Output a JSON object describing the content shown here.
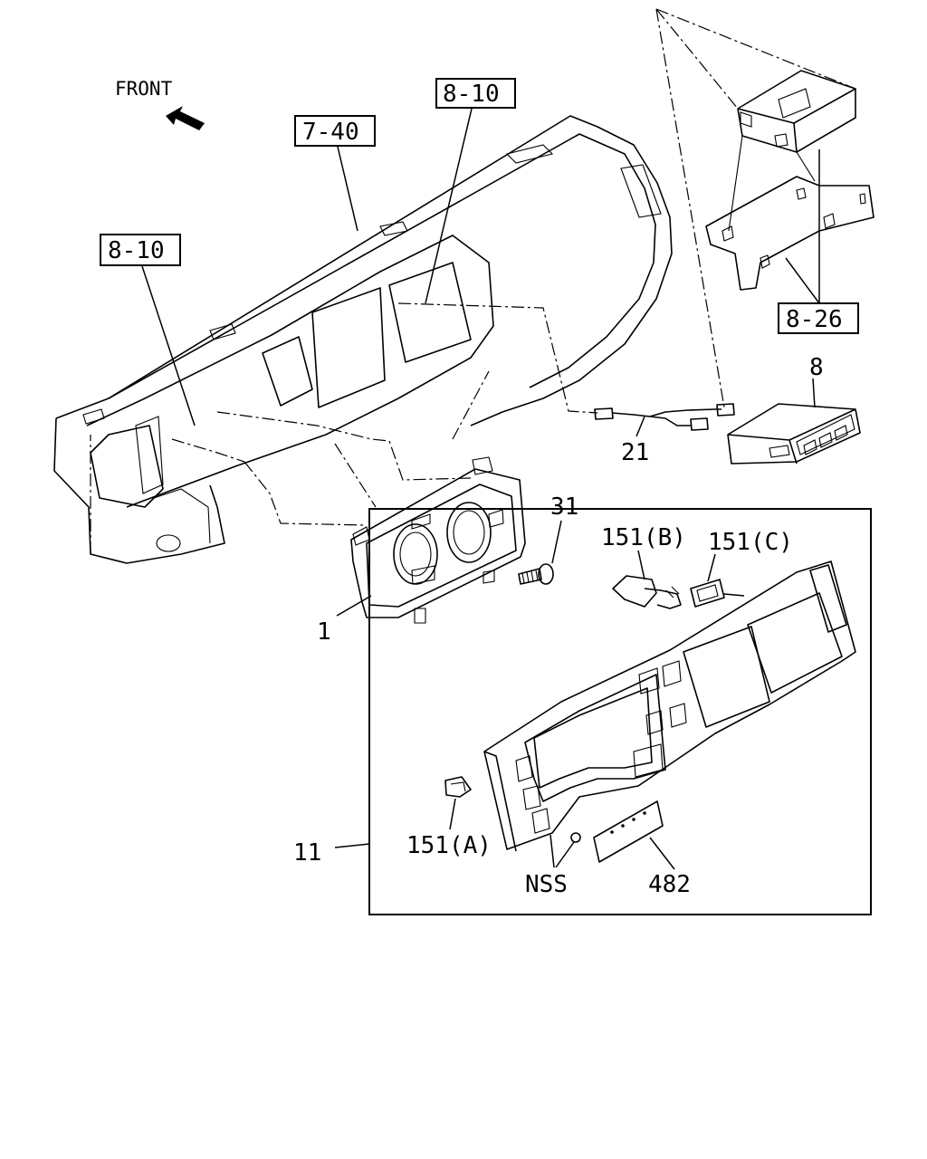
{
  "direction_label": "FRONT",
  "reference_boxes": {
    "ref_7_40": "7-40",
    "ref_8_10_top": "8-10",
    "ref_8_10_left": "8-10",
    "ref_8_26": "8-26"
  },
  "callouts": {
    "part_1": "1",
    "part_8": "8",
    "part_11": "11",
    "part_21": "21",
    "part_31": "31",
    "part_151a": "151(A)",
    "part_151b": "151(B)",
    "part_151c": "151(C)",
    "part_482": "482",
    "part_nss": "NSS"
  }
}
